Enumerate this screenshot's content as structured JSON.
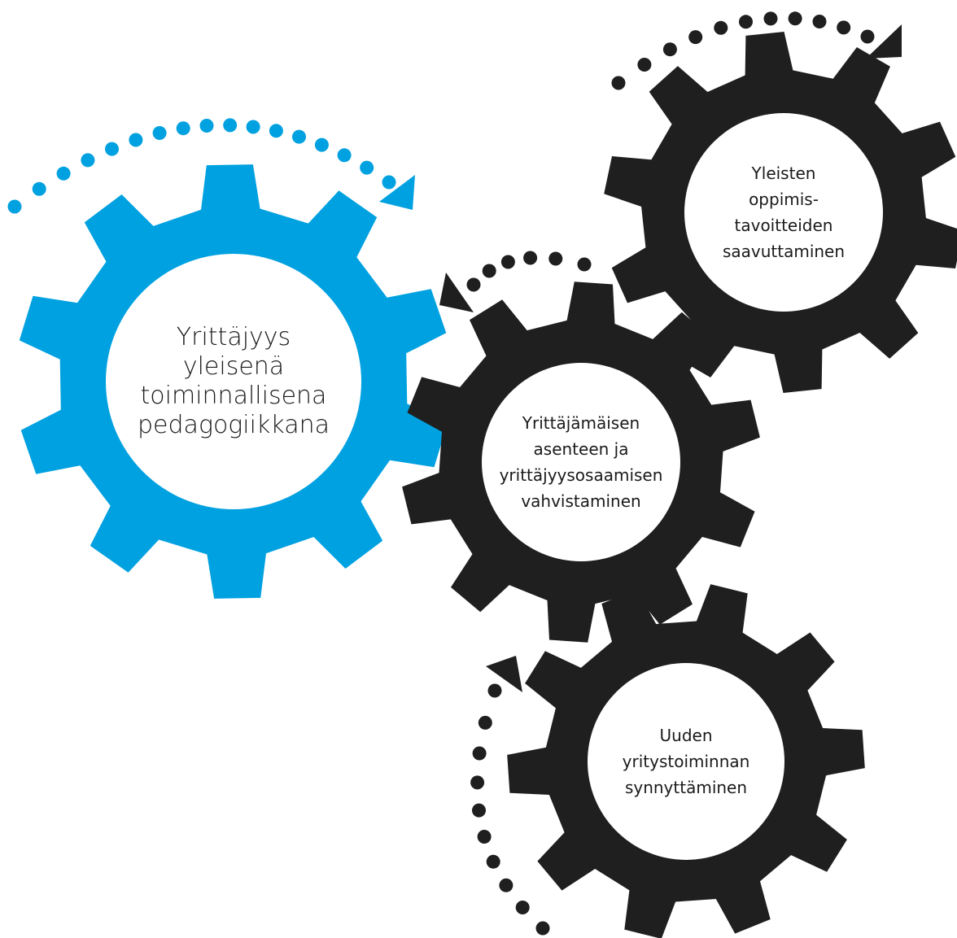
{
  "colors": {
    "primary_gear": "#00a1e0",
    "secondary_gear": "#1f1f1f",
    "gear_center": "#ffffff",
    "text": "#1a1a1a"
  },
  "gears": [
    {
      "id": "primary",
      "lines": [
        "Yrittäjyys",
        "yleisenä",
        "toiminnallisena",
        "pedagogiikkana"
      ]
    },
    {
      "id": "top-right",
      "lines": [
        "Yleisten",
        "oppimis-",
        "tavoitteiden",
        "saavuttaminen"
      ]
    },
    {
      "id": "middle",
      "lines": [
        "Yrittäjämäisen",
        "asenteen ja",
        "yrittäjyysosaamisen",
        "vahvistaminen"
      ]
    },
    {
      "id": "bottom",
      "lines": [
        "Uuden",
        "yritystoiminnan",
        "synnyttäminen"
      ]
    }
  ],
  "arrows": [
    {
      "id": "blue-arrow",
      "color": "primary_gear"
    },
    {
      "id": "top-arrow",
      "color": "secondary_gear"
    },
    {
      "id": "middle-arrow",
      "color": "secondary_gear"
    },
    {
      "id": "bottom-arrow",
      "color": "secondary_gear"
    }
  ]
}
